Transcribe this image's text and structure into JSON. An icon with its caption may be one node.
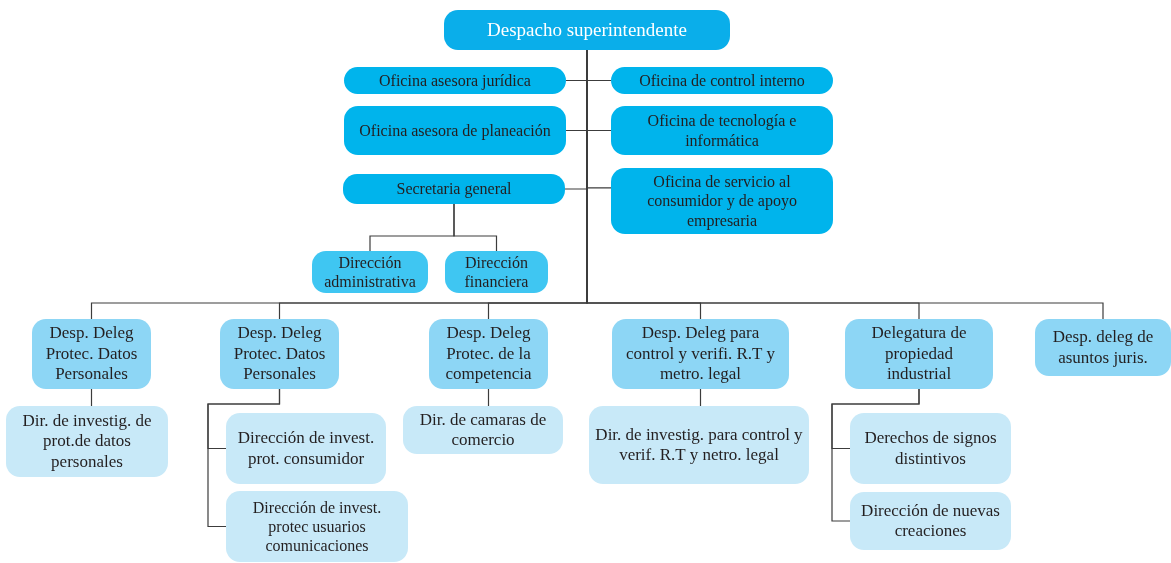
{
  "diagram": {
    "nodes": [
      {
        "text": [
          "Despacho superintendente"
        ]
      },
      {
        "text": [
          "Oficina asesora jurídica"
        ]
      },
      {
        "text": [
          "Oficina de control interno"
        ]
      },
      {
        "text": [
          "Oficina asesora de planeación"
        ]
      },
      {
        "text": [
          "Oficina de tecnología e informática"
        ]
      },
      {
        "text": [
          "Secretaria general"
        ]
      },
      {
        "text": [
          "Oficina de servicio al consumidor y de apoyo empresaria"
        ]
      },
      {
        "text": [
          "Dirección administrativa"
        ]
      },
      {
        "text": [
          "Dirección financiera"
        ]
      },
      {
        "text": [
          "Desp. Deleg Protec. Datos Personales"
        ]
      },
      {
        "text": [
          "Desp. Deleg Protec. Datos Personales"
        ]
      },
      {
        "text": [
          "Desp. Deleg Protec. de la competencia"
        ]
      },
      {
        "text": [
          "Desp. Deleg para control y verifi. R.T y metro. legal"
        ]
      },
      {
        "text": [
          "Delegatura de propiedad industrial"
        ]
      },
      {
        "text": [
          "Desp. deleg de asuntos juris."
        ]
      },
      {
        "text": [
          "Dir. de investig. de prot.de datos personales"
        ]
      },
      {
        "text": [
          "Dirección de invest. prot. consumidor"
        ]
      },
      {
        "text": [
          "Dirección de invest. protec usuarios comunicaciones"
        ]
      },
      {
        "text": [
          "Dir. de camaras de comercio"
        ]
      },
      {
        "text": [
          "Dir. de investig. para control y verif. R.T y netro. legal"
        ]
      },
      {
        "text": [
          "Derechos de signos distintivos"
        ]
      },
      {
        "text": [
          "Dirección de nuevas creaciones"
        ]
      }
    ],
    "edges": [
      {
        "from": 0,
        "to": 1,
        "arrow": "none"
      },
      {
        "from": 0,
        "to": 2,
        "arrow": "none"
      },
      {
        "from": 0,
        "to": 3,
        "arrow": "none"
      },
      {
        "from": 0,
        "to": 4,
        "arrow": "none"
      },
      {
        "from": 0,
        "to": 5,
        "arrow": "none"
      },
      {
        "from": 0,
        "to": 6,
        "arrow": "none"
      },
      {
        "from": 5,
        "to": 7,
        "arrow": "none"
      },
      {
        "from": 5,
        "to": 8,
        "arrow": "none"
      },
      {
        "from": 0,
        "to": 9,
        "arrow": "none"
      },
      {
        "from": 0,
        "to": 10,
        "arrow": "none"
      },
      {
        "from": 0,
        "to": 11,
        "arrow": "none"
      },
      {
        "from": 0,
        "to": 12,
        "arrow": "none"
      },
      {
        "from": 0,
        "to": 13,
        "arrow": "none"
      },
      {
        "from": 0,
        "to": 14,
        "arrow": "none"
      },
      {
        "from": 9,
        "to": 15,
        "arrow": "none"
      },
      {
        "from": 10,
        "to": 16,
        "arrow": "none"
      },
      {
        "from": 10,
        "to": 17,
        "arrow": "none"
      },
      {
        "from": 11,
        "to": 18,
        "arrow": "none"
      },
      {
        "from": 12,
        "to": 19,
        "arrow": "none"
      },
      {
        "from": 13,
        "to": 20,
        "arrow": "none"
      },
      {
        "from": 13,
        "to": 21,
        "arrow": "none"
      }
    ]
  }
}
